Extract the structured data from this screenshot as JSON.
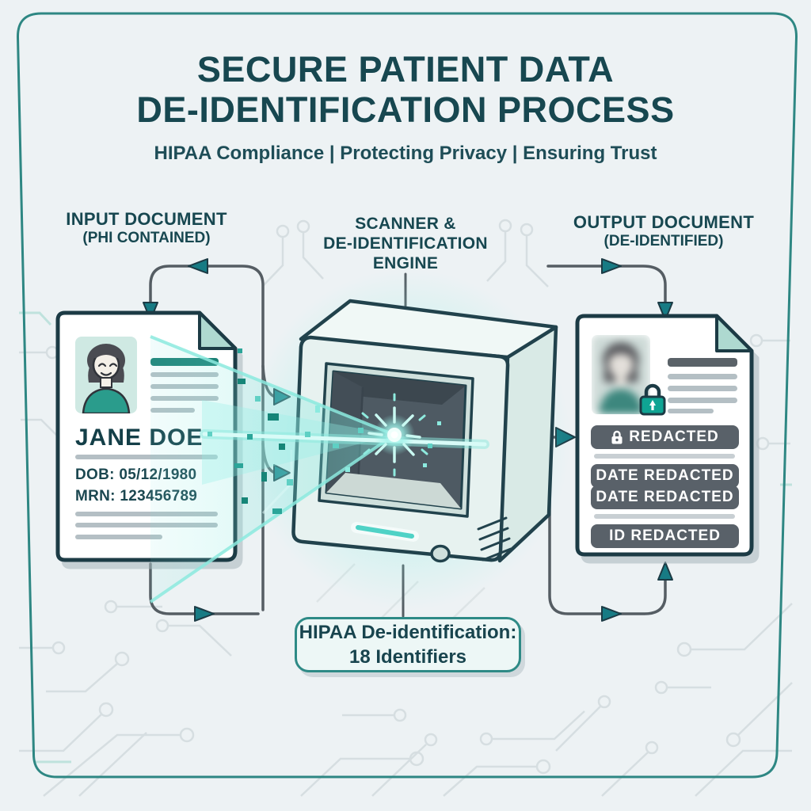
{
  "header": {
    "title_line1": "SECURE PATIENT DATA",
    "title_line2": "DE-IDENTIFICATION PROCESS",
    "subtitle": "HIPAA Compliance | Protecting Privacy | Ensuring Trust"
  },
  "columns": {
    "input": {
      "title": "INPUT DOCUMENT",
      "subtitle": "(PHI CONTAINED)"
    },
    "engine": {
      "line1": "SCANNER &",
      "line2": "DE-IDENTIFICATION",
      "line3": "ENGINE"
    },
    "output": {
      "title": "OUTPUT DOCUMENT",
      "subtitle": "(DE-IDENTIFIED)"
    }
  },
  "input_document": {
    "name": "JANE DOE",
    "dob": "DOB: 05/12/1980",
    "mrn": "MRN: 123456789"
  },
  "output_document": {
    "bars": [
      {
        "label": "REDACTED",
        "has_lock_icon": true
      },
      {
        "label": "DATE REDACTED",
        "has_lock_icon": false
      },
      {
        "label": "DATE REDACTED",
        "has_lock_icon": false
      },
      {
        "label": "ID REDACTED",
        "has_lock_icon": false
      }
    ]
  },
  "footer_label": {
    "line1": "HIPAA De-identification:",
    "line2": "18 Identifiers"
  },
  "icons": {
    "photo_lock": "padlock",
    "bar_lock": "padlock"
  },
  "colors": {
    "background": "#edf2f4",
    "frame_border": "#2e8783",
    "title_text": "#174750",
    "document_outline": "#1c3b45",
    "fold_mint": "#aed9d0",
    "accent_teal": "#177b84",
    "arrow_gray": "#555d63",
    "redacted_bar": "#596169",
    "beam_cyan": "#5ce0d4",
    "lock_green": "#0fa493",
    "avatar_shirt": "#2a9c8c",
    "circuit_gray": "#d6dee1"
  }
}
